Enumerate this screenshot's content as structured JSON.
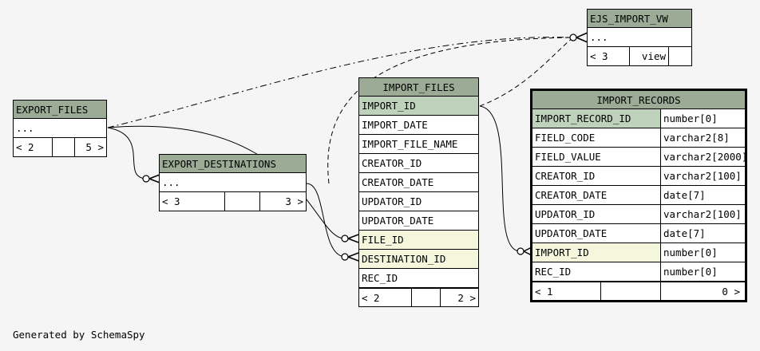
{
  "tables": {
    "ejs_import_vw": {
      "title": "EJS_IMPORT_VW",
      "rows": [
        "..."
      ],
      "footer": {
        "left": "< 3",
        "right": "view"
      }
    },
    "export_files": {
      "title": "EXPORT_FILES",
      "rows": [
        "..."
      ],
      "footer": {
        "left": "< 2",
        "right": "5 >"
      }
    },
    "export_destinations": {
      "title": "EXPORT_DESTINATIONS",
      "rows": [
        "..."
      ],
      "footer": {
        "left": "< 3",
        "right": "3 >"
      }
    },
    "import_files": {
      "title": "IMPORT_FILES",
      "rows": [
        "IMPORT_ID",
        "IMPORT_DATE",
        "IMPORT_FILE_NAME",
        "CREATOR_ID",
        "CREATOR_DATE",
        "UPDATOR_ID",
        "UPDATOR_DATE",
        "FILE_ID",
        "DESTINATION_ID",
        "REC_ID"
      ],
      "footer": {
        "left": "< 2",
        "right": "2 >"
      }
    },
    "import_records": {
      "title": "IMPORT_RECORDS",
      "rows": [
        {
          "name": "IMPORT_RECORD_ID",
          "type": "number[0]"
        },
        {
          "name": "FIELD_CODE",
          "type": "varchar2[8]"
        },
        {
          "name": "FIELD_VALUE",
          "type": "varchar2[2000]"
        },
        {
          "name": "CREATOR_ID",
          "type": "varchar2[100]"
        },
        {
          "name": "CREATOR_DATE",
          "type": "date[7]"
        },
        {
          "name": "UPDATOR_ID",
          "type": "varchar2[100]"
        },
        {
          "name": "UPDATOR_DATE",
          "type": "date[7]"
        },
        {
          "name": "IMPORT_ID",
          "type": "number[0]"
        },
        {
          "name": "REC_ID",
          "type": "number[0]"
        }
      ],
      "footer": {
        "left": "< 1",
        "right": "0 >"
      }
    }
  },
  "generated_by": "Generated by SchemaSpy",
  "colors": {
    "header": "#9bab96",
    "primary_key": "#bfd3bc",
    "foreign_key": "#f4f7dc",
    "background": "#f5f5f5"
  }
}
